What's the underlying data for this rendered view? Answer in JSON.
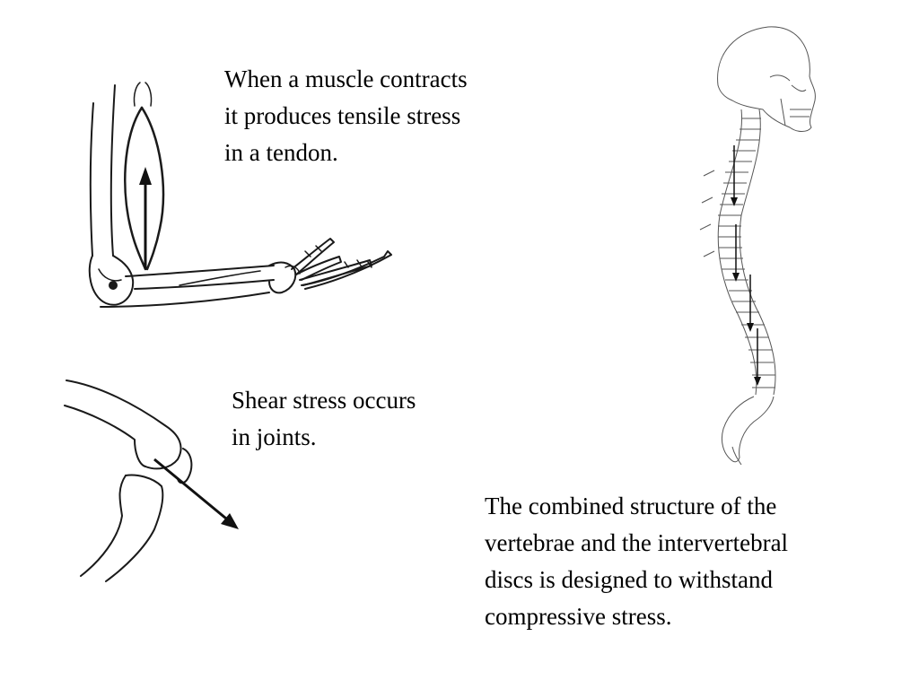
{
  "captions": {
    "tensile": [
      "When a muscle contracts",
      "it produces tensile stress",
      "in a tendon."
    ],
    "shear": [
      "Shear stress occurs",
      "in joints."
    ],
    "compressive": [
      "The combined structure of the",
      "vertebrae and the intervertebral",
      "discs is designed to withstand",
      "compressive stress."
    ]
  },
  "colors": {
    "ink": "#1a1a1a",
    "background": "#ffffff"
  },
  "illustrations": {
    "arm": "elbow-and-forearm-icon",
    "knee": "knee-joint-icon",
    "spine": "skull-and-spine-icon"
  }
}
